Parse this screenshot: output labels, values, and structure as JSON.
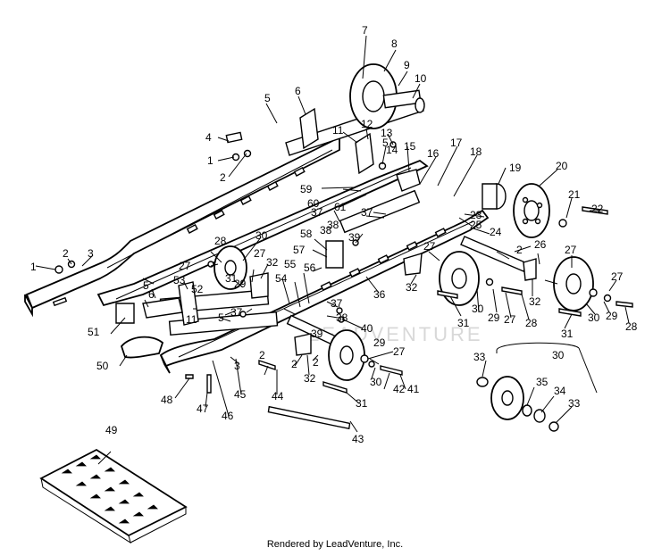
{
  "watermark": "LEADVENTURE",
  "footer": "Rendered by LeadVenture, Inc.",
  "callouts": [
    "1",
    "2",
    "3",
    "4",
    "5",
    "6",
    "7",
    "8",
    "9",
    "10",
    "11",
    "12",
    "13",
    "14",
    "15",
    "16",
    "17",
    "18",
    "19",
    "20",
    "21",
    "22",
    "23",
    "24",
    "25",
    "26",
    "27",
    "28",
    "29",
    "30",
    "31",
    "32",
    "33",
    "34",
    "35",
    "36",
    "37",
    "38",
    "39",
    "40",
    "41",
    "42",
    "43",
    "44",
    "45",
    "46",
    "47",
    "48",
    "49",
    "50",
    "51",
    "52",
    "53",
    "54",
    "55",
    "56",
    "57",
    "58",
    "59",
    "60",
    "61"
  ]
}
